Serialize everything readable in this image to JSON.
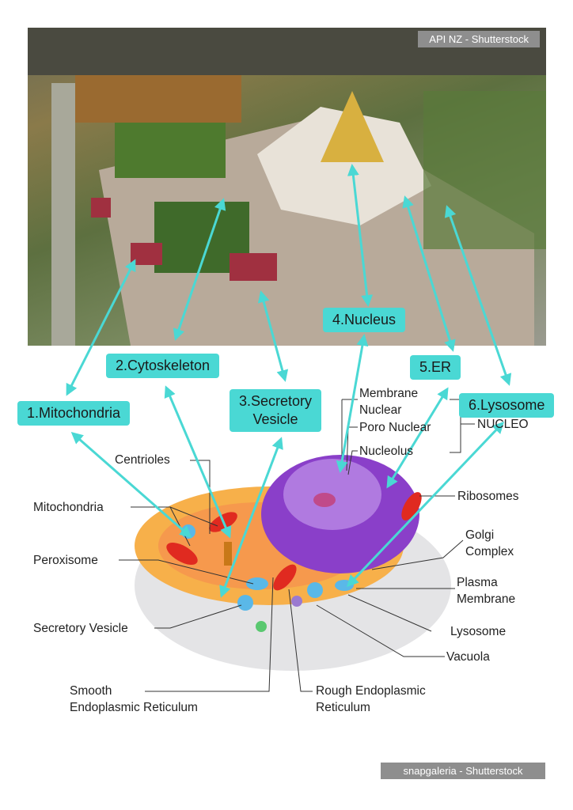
{
  "credits": {
    "top": "API NZ - Shutterstock",
    "bottom": "snapgaleria - Shutterstock"
  },
  "tags": {
    "t1": "1.Mitochondria",
    "t2": "2.Cytoskeleton",
    "t3a": "3.Secretory",
    "t3b": "Vesicle",
    "t4": "4.Nucleus",
    "t5": "5.ER",
    "t6": "6.Lysosome"
  },
  "cell_labels": {
    "membrane_nuclear_1": "Membrane",
    "membrane_nuclear_2": "Nuclear",
    "poro_nuclear": "Poro Nuclear",
    "nucleolus": "Nucleolus",
    "nucleo": "NUCLEO",
    "centrioles": "Centrioles",
    "mitochondria": "Mitochondria",
    "peroxisome": "Peroxisome",
    "secretory_vesicle": "Secretory Vesicle",
    "smooth_er_1": "Smooth",
    "smooth_er_2": "Endoplasmic Reticulum",
    "rough_er_1": "Rough Endoplasmic",
    "rough_er_2": "Reticulum",
    "ribosomes": "Ribosomes",
    "golgi_1": "Golgi",
    "golgi_2": "Complex",
    "plasma_1": "Plasma",
    "plasma_2": "Membrane",
    "lysosome": "Lysosome",
    "vacuola": "Vacuola"
  },
  "colors": {
    "accent": "#4ad8d4",
    "nucleus": "#8a3fc9",
    "cytoplasm": "#f7a43a"
  }
}
